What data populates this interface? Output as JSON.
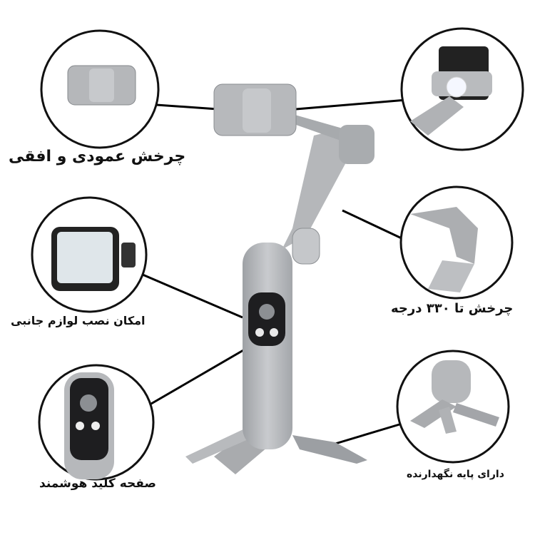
{
  "labels": {
    "rotation_vertical_horizontal": "چرخش عمودی و افقی",
    "rotation_330": "چرخش تا ۳۳۰ درجه",
    "accessory_mount": "امکان نصب لوازم جانبی",
    "smart_keypad": "صفحه کلید هوشمند",
    "tripod_stand": "دارای پایه نگهدارنده"
  },
  "colors": {
    "body": "#b4b6b9",
    "dark": "#1a1a1a",
    "line": "#000000"
  }
}
